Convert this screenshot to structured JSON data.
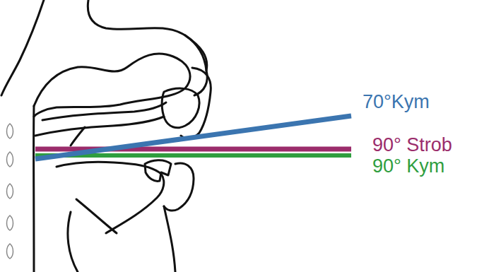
{
  "diagram": {
    "labels": [
      "70°Kym",
      "90° Strob",
      "90° Kym"
    ]
  }
}
